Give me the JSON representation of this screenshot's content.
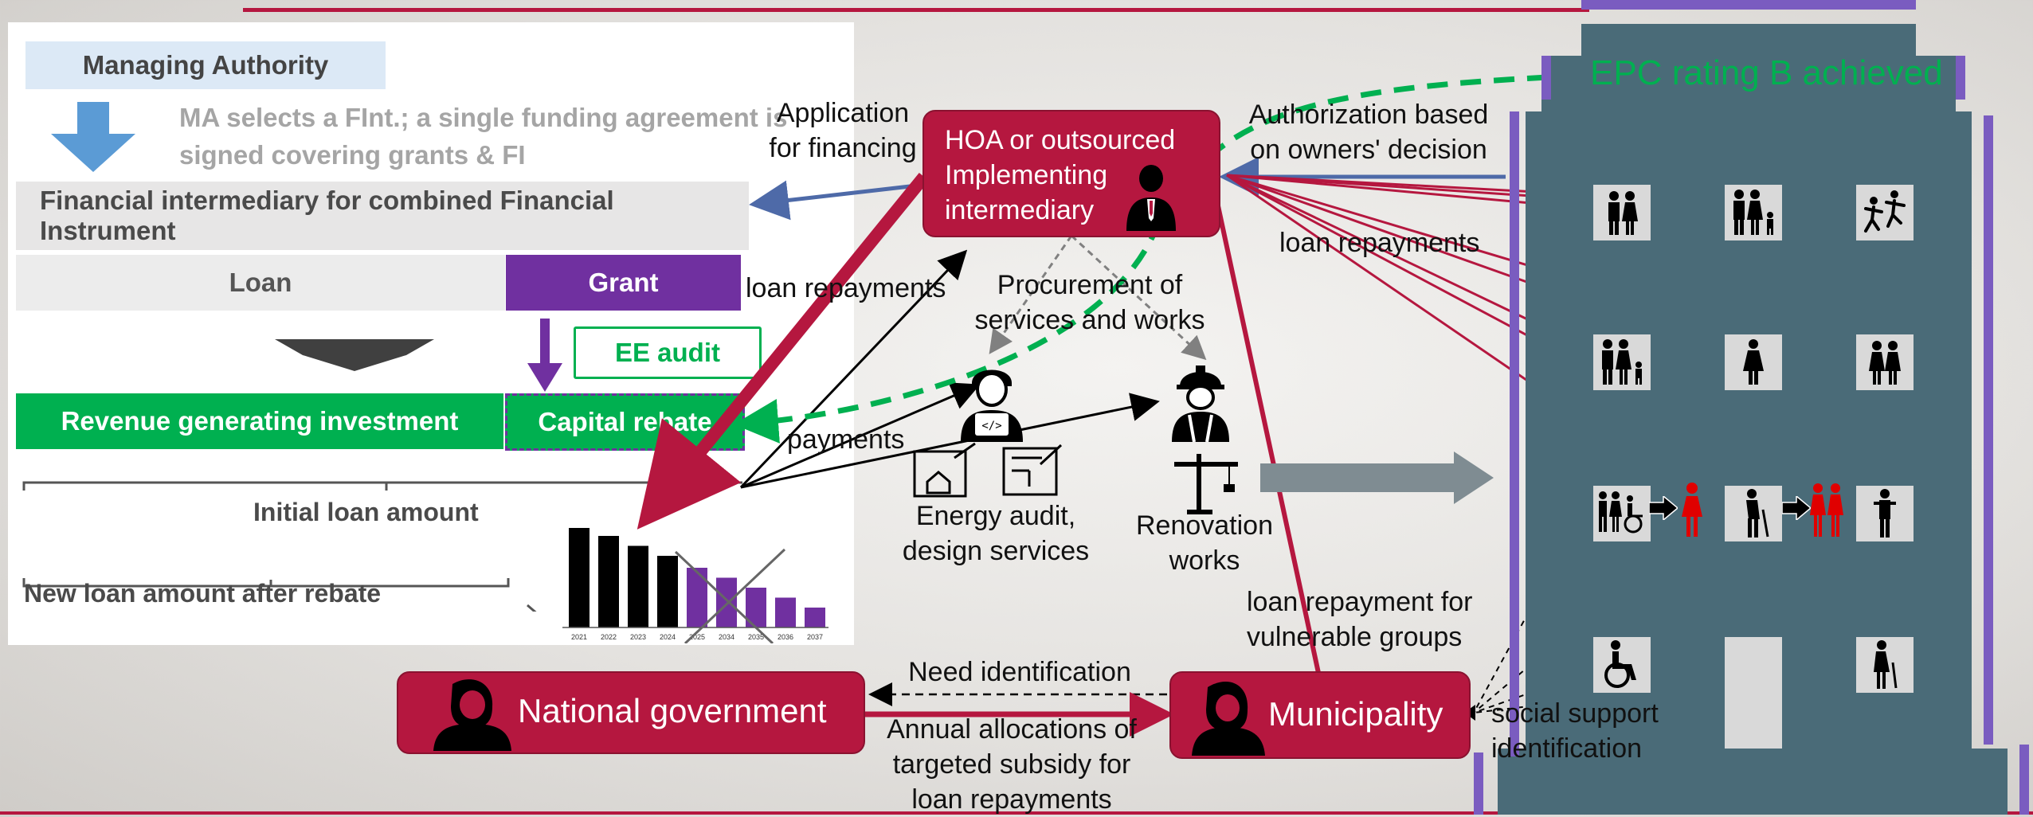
{
  "panel": {
    "managing_authority": "Managing Authority",
    "ma_text": "MA selects a FInt.; a single funding agreement is signed covering grants & FI",
    "financial_intermediary": "Financial intermediary for combined Financial Instrument",
    "loan": "Loan",
    "grant": "Grant",
    "ee_audit": "EE audit",
    "revenue": "Revenue generating investment",
    "capital_rebate": "Capital rebate",
    "initial_loan": "Initial loan amount",
    "new_loan": "New loan amount after rebate"
  },
  "minichart": {
    "categories": [
      "2021",
      "2022",
      "2023",
      "2024",
      "2025",
      "2034",
      "2035",
      "2036",
      "2037"
    ],
    "values": [
      100,
      92,
      82,
      72,
      60,
      50,
      40,
      30,
      20
    ],
    "colors": [
      "#000000",
      "#000000",
      "#000000",
      "#000000",
      "#7030a0",
      "#7030a0",
      "#7030a0",
      "#7030a0",
      "#7030a0"
    ]
  },
  "nodes": {
    "hoa": "HOA or outsourced Implementing intermediary",
    "national": "National government",
    "municipality": "Municipality"
  },
  "labels": {
    "application": "Application for financing",
    "authorization": "Authorization based on owners' decision",
    "loan_repayments_left": "loan repayments",
    "loan_repayments_right": "loan repayments",
    "procurement": "Procurement of services and works",
    "payments": "payments",
    "energy_audit": "Energy audit, design services",
    "renovation": "Renovation works",
    "vulnerable": "loan repayment for vulnerable groups",
    "need_identification": "Need identification",
    "annual_allocations": "Annual allocations of targeted subsidy for loan repayments",
    "social_support": "social support identification",
    "epc": "EPC rating B achieved"
  },
  "colors": {
    "accent_red": "#b5173f",
    "purple": "#7030a0",
    "green": "#00b050",
    "building": "#4a6b78",
    "navy_arrow": "#4e6aa8"
  },
  "icons": [
    "down-arrow-icon",
    "professional-icon",
    "worker-icon",
    "crane-icon",
    "blueprint-icon",
    "woman-icon",
    "family-icon",
    "couple-icon",
    "elderly-icon",
    "wheelchair-icon",
    "children-icon",
    "person-icon"
  ]
}
